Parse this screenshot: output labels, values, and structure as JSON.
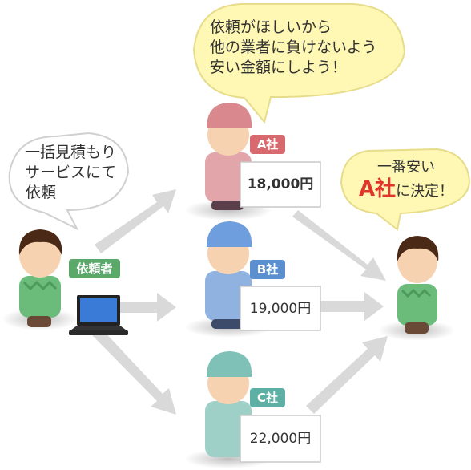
{
  "bubbles": {
    "requester_line1": "一括見積もり",
    "requester_line2": "サービスにて",
    "requester_line3": "依頼",
    "companies_line1": "依頼がほしいから",
    "companies_line2": "他の業者に負けないよう",
    "companies_line3": "安い金額にしよう！",
    "decision_line1": "一番安い",
    "decision_company": "A社",
    "decision_suffix": "に決定！"
  },
  "requester": {
    "label": "依頼者",
    "label_color": "#5aa86a"
  },
  "companies": [
    {
      "label": "A社",
      "price": "18,000円",
      "tag_color": "#d86a6f",
      "shirt_color": "#e2a5a9",
      "cap_color": "#d9898d"
    },
    {
      "label": "B社",
      "price": "19,000円",
      "tag_color": "#5b8fd0",
      "shirt_color": "#8fb2e1",
      "cap_color": "#6e9ede"
    },
    {
      "label": "C社",
      "price": "22,000円",
      "tag_color": "#5fb0a4",
      "shirt_color": "#9fd0c7",
      "cap_color": "#7fc1b6"
    }
  ],
  "colors": {
    "arrow": "#d9d9d9",
    "bubble_white": "#ffffff",
    "bubble_yellow": "#fff8b5",
    "highlight": "#e0352b"
  }
}
